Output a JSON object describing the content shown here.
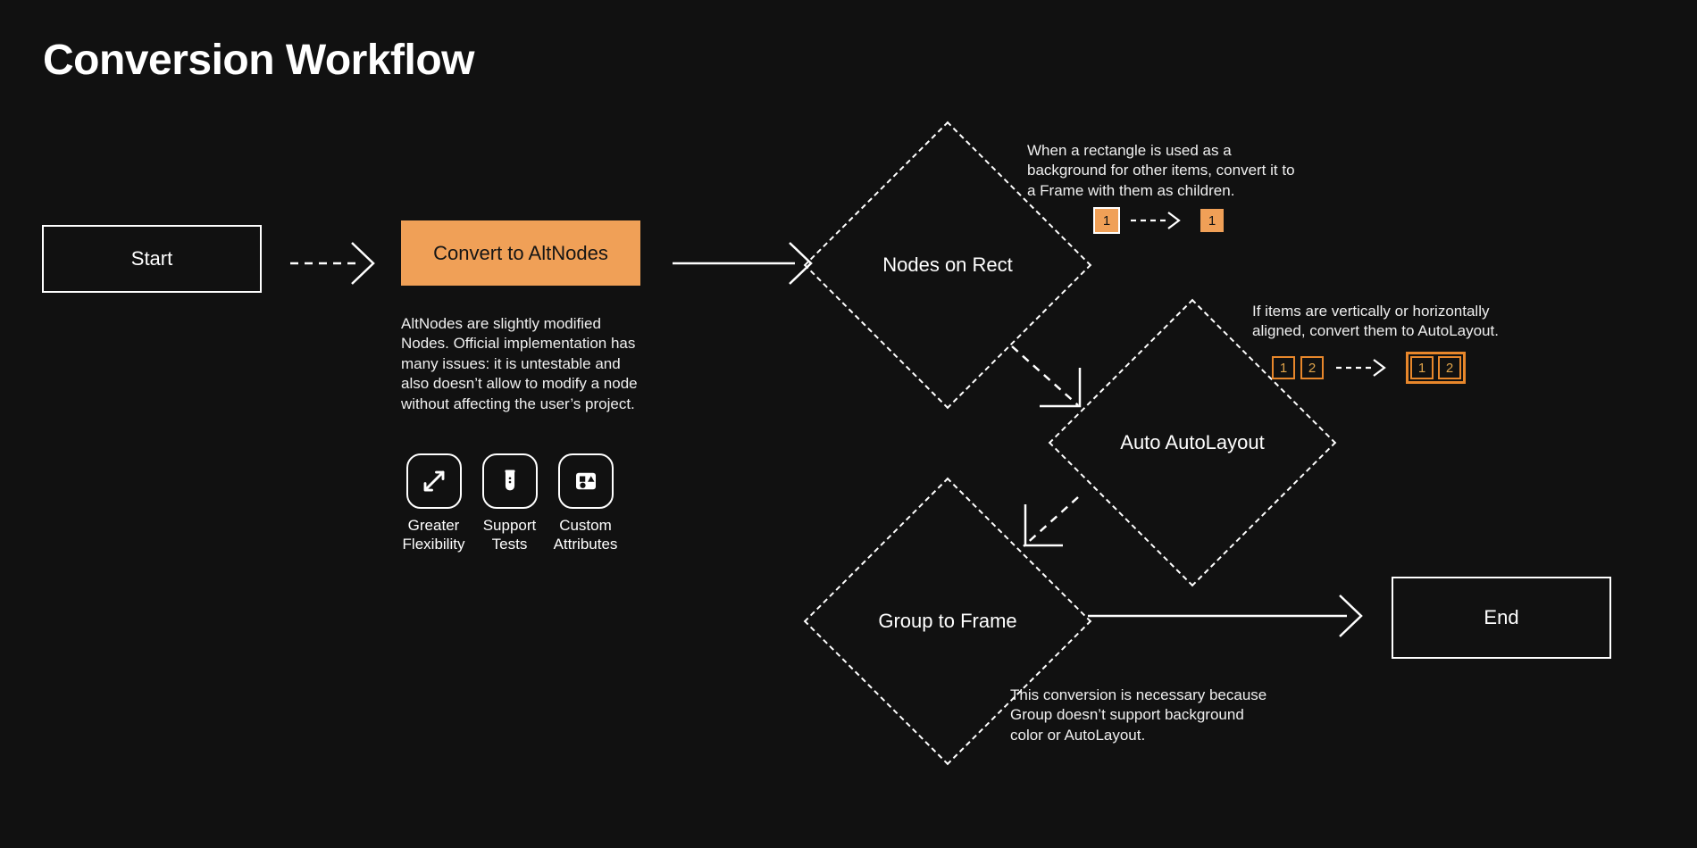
{
  "page": {
    "title": "Conversion Workflow",
    "background_color": "#111111",
    "accent_color": "#f0a057",
    "accent_outline_color": "#e8872b",
    "text_color": "#ffffff"
  },
  "nodes": {
    "start": {
      "label": "Start",
      "type": "terminal"
    },
    "convert": {
      "label": "Convert to AltNodes",
      "type": "process-highlight"
    },
    "nodes_on_rect": {
      "label": "Nodes on Rect",
      "type": "decision"
    },
    "auto_autolayout": {
      "label": "Auto AutoLayout",
      "type": "decision"
    },
    "group_to_frame": {
      "label": "Group to Frame",
      "type": "decision"
    },
    "end": {
      "label": "End",
      "type": "terminal"
    }
  },
  "annotations": {
    "convert_description": "AltNodes are slightly modified Nodes. Official implementation has many issues: it is untestable and also doesn’t allow to modify a node without affecting the user’s project.",
    "nodes_on_rect_note": "When a rectangle is used as a background for other items, convert it to a Frame with them as children.",
    "auto_autolayout_note": "If items are vertically or horizontally aligned, convert them to AutoLayout.",
    "group_to_frame_note": "This conversion is necessary because Group doesn’t support background color or AutoLayout."
  },
  "features": [
    {
      "icon": "expand-arrows-icon",
      "line1": "Greater",
      "line2": "Flexibility"
    },
    {
      "icon": "test-tube-icon",
      "line1": "Support",
      "line2": "Tests"
    },
    {
      "icon": "shapes-icon",
      "line1": "Custom",
      "line2": "Attributes"
    }
  ],
  "badge_illustrations": {
    "nodes_on_rect": {
      "before": [
        {
          "text": "1",
          "style": "filled-framed"
        }
      ],
      "after": [
        {
          "text": "1",
          "style": "filled"
        }
      ]
    },
    "auto_autolayout": {
      "before": [
        {
          "text": "1",
          "style": "outline"
        },
        {
          "text": "2",
          "style": "outline"
        }
      ],
      "after": [
        {
          "text": "1",
          "style": "outline"
        },
        {
          "text": "2",
          "style": "outline"
        }
      ]
    }
  },
  "edges": [
    {
      "from": "start",
      "to": "convert",
      "style": "dashed"
    },
    {
      "from": "convert",
      "to": "nodes_on_rect",
      "style": "solid"
    },
    {
      "from": "nodes_on_rect",
      "to": "auto_autolayout",
      "style": "dashed"
    },
    {
      "from": "auto_autolayout",
      "to": "group_to_frame",
      "style": "dashed"
    },
    {
      "from": "group_to_frame",
      "to": "end",
      "style": "solid"
    }
  ]
}
